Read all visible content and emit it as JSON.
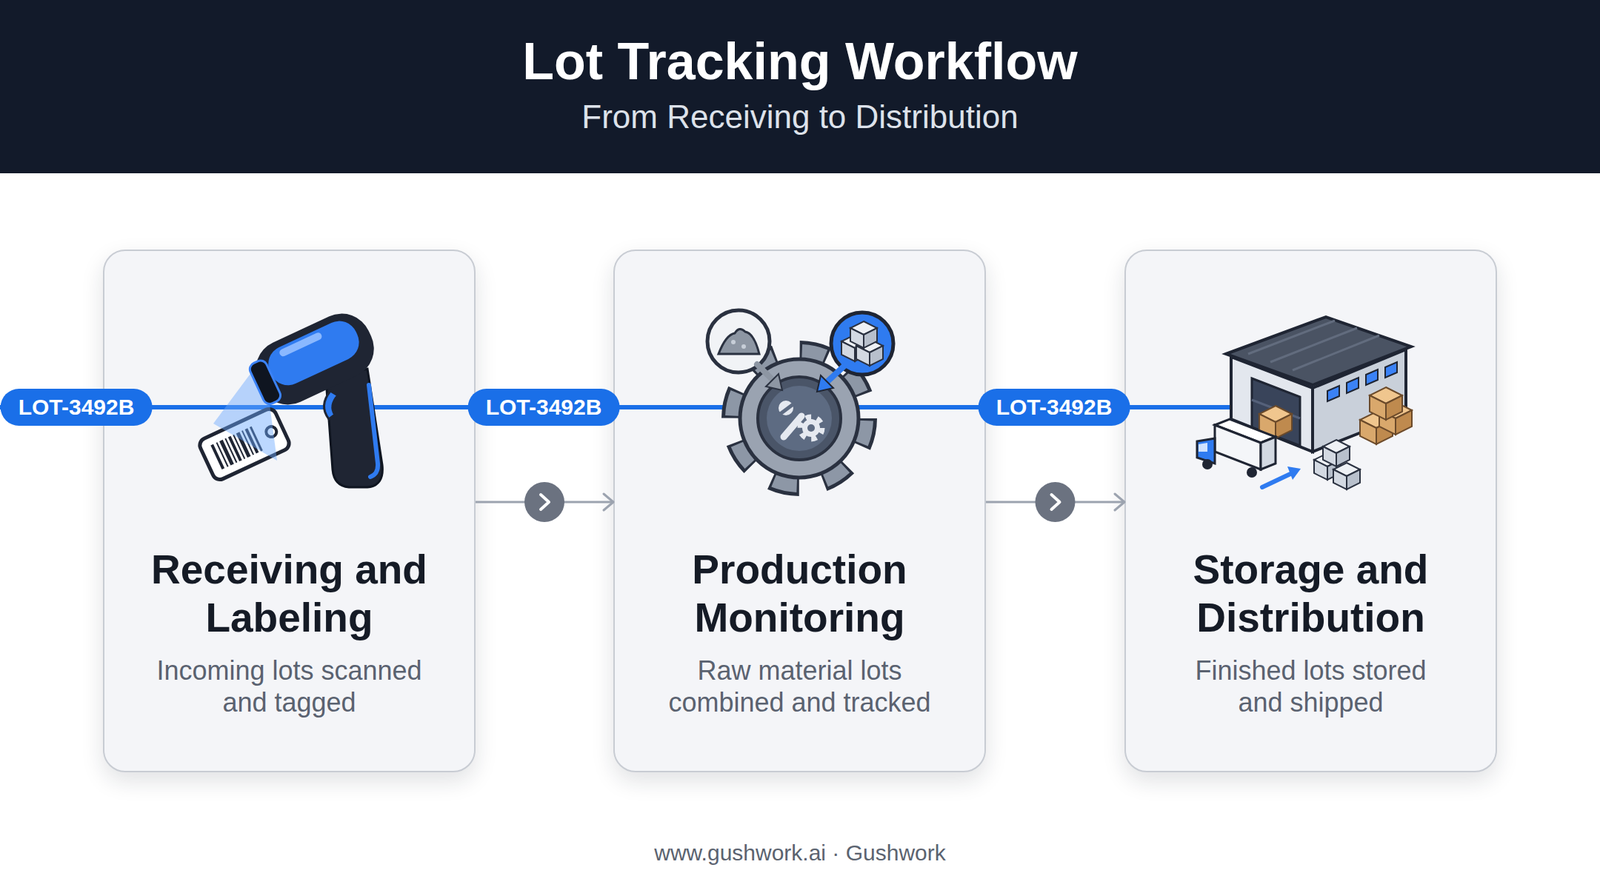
{
  "diagram": {
    "title": "Lot Tracking Workflow",
    "nodes": [
      {
        "text": [
          "Receiving and Labeling",
          "Incoming lots scanned and tagged"
        ]
      },
      {
        "text": [
          "Production Monitoring",
          "Raw material lots combined and tracked"
        ]
      },
      {
        "text": [
          "Storage and Distribution",
          "Finished lots stored and shipped"
        ]
      }
    ],
    "edges": [
      {
        "from": 0,
        "to": 1,
        "arrow": "to"
      },
      {
        "from": 1,
        "to": 2,
        "arrow": "to"
      }
    ],
    "labels": [
      "From Receiving to Distribution",
      "LOT-3492B",
      "LOT-3492B",
      "LOT-3492B",
      "www.gushwork.ai · Gushwork"
    ]
  }
}
